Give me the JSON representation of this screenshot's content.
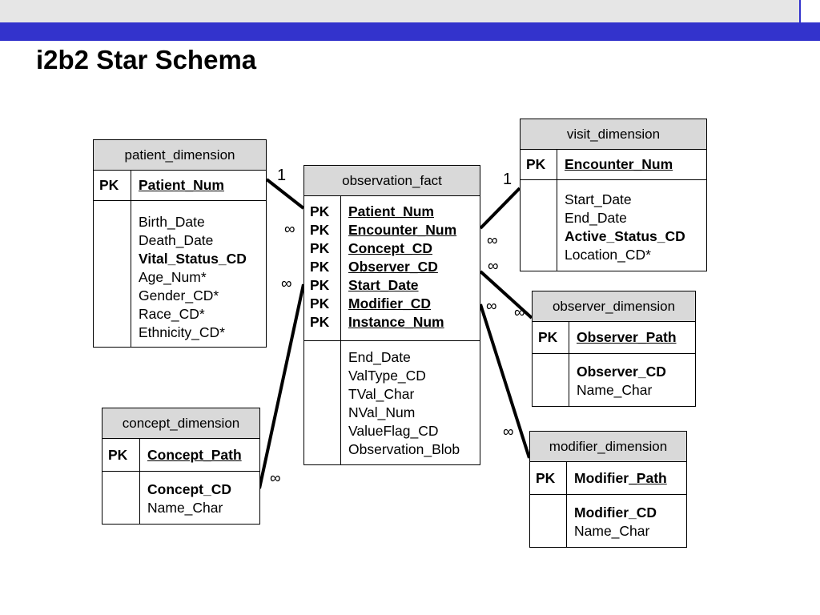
{
  "slide": {
    "title": "i2b2 Star Schema"
  },
  "tables": {
    "patient_dimension": {
      "name": "patient_dimension",
      "pk_label": "PK",
      "pk_field": "Patient_Num",
      "fields": [
        "Birth_Date",
        "Death_Date",
        "Vital_Status_CD",
        "Age_Num*",
        "Gender_CD*",
        "Race_CD*",
        "Ethnicity_CD*"
      ]
    },
    "observation_fact": {
      "name": "observation_fact",
      "pk_labels": [
        "PK",
        "PK",
        "PK",
        "PK",
        "PK",
        "PK",
        "PK"
      ],
      "pk_fields": [
        "Patient_Num",
        "Encounter_Num",
        "Concept_CD",
        "Observer_CD",
        "Start_Date",
        "Modifier_CD",
        "Instance_Num"
      ],
      "fields": [
        "End_Date",
        "ValType_CD",
        "TVal_Char",
        "NVal_Num",
        "ValueFlag_CD",
        "Observation_Blob"
      ]
    },
    "visit_dimension": {
      "name": "visit_dimension",
      "pk_label": "PK",
      "pk_field": "Encounter_Num",
      "fields": [
        "Start_Date",
        "End_Date",
        "Active_Status_CD",
        "Location_CD*"
      ]
    },
    "observer_dimension": {
      "name": "observer_dimension",
      "pk_label": "PK",
      "pk_field": "Observer_Path",
      "fields": [
        "Observer_CD",
        "Name_Char"
      ]
    },
    "concept_dimension": {
      "name": "concept_dimension",
      "pk_label": "PK",
      "pk_field": "Concept_Path",
      "fields": [
        "Concept_CD",
        "Name_Char"
      ]
    },
    "modifier_dimension": {
      "name": "modifier_dimension",
      "pk_label": "PK",
      "pk_field_prefix": "Modifier",
      "pk_field_suffix": "_Path",
      "fields": [
        "Modifier_CD",
        "Name_Char"
      ]
    }
  },
  "cardinality": {
    "one": "1",
    "many": "∞"
  }
}
